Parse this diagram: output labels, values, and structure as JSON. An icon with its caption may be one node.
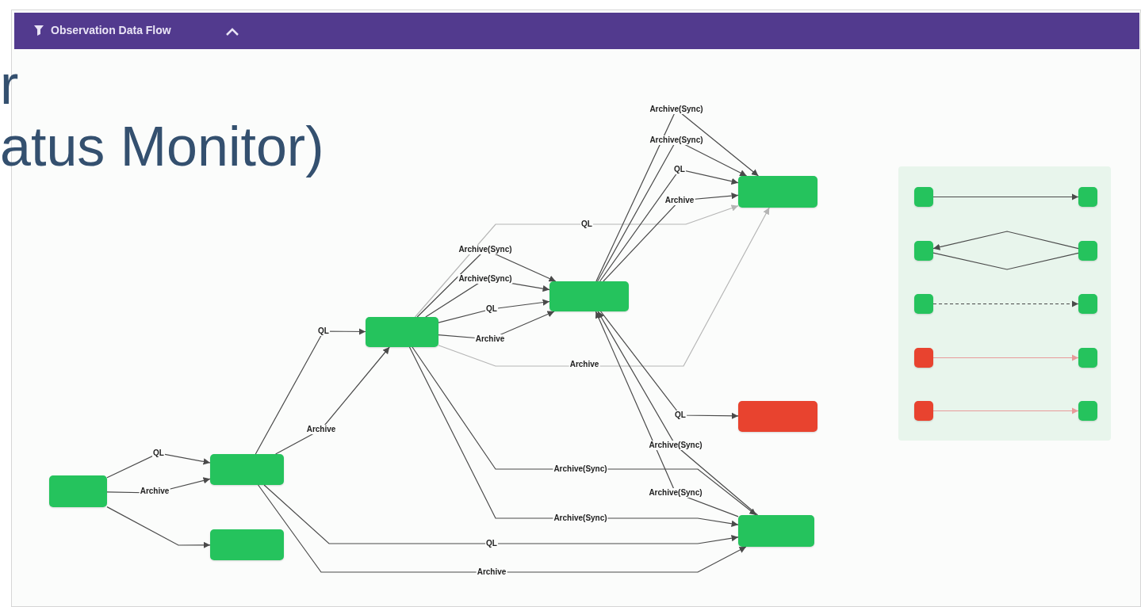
{
  "diagram": {
    "title": "Observation Data Flow",
    "nodes": [
      {
        "text": [],
        "shape": "box"
      },
      {
        "text": [],
        "shape": "box"
      },
      {
        "text": [],
        "shape": "box"
      },
      {
        "text": [],
        "shape": "box"
      },
      {
        "text": [],
        "shape": "box"
      },
      {
        "text": [],
        "shape": "box"
      },
      {
        "text": [],
        "shape": "box"
      },
      {
        "text": [],
        "shape": "box"
      },
      {
        "text": [],
        "shape": "box"
      },
      {
        "text": [],
        "shape": "box"
      },
      {
        "text": [],
        "shape": "box"
      },
      {
        "text": [],
        "shape": "box"
      },
      {
        "text": [],
        "shape": "box"
      },
      {
        "text": [],
        "shape": "box"
      },
      {
        "text": [],
        "shape": "box"
      },
      {
        "text": [],
        "shape": "box"
      },
      {
        "text": [],
        "shape": "box"
      },
      {
        "text": [],
        "shape": "box"
      }
    ],
    "edges": [
      {
        "from": 0,
        "to": 1,
        "arrow": "to",
        "label": "QL"
      },
      {
        "from": 0,
        "to": 1,
        "arrow": "to",
        "label": "Archive"
      },
      {
        "from": 0,
        "to": 2,
        "arrow": "to"
      },
      {
        "from": 1,
        "to": 3,
        "arrow": "to",
        "label": "QL"
      },
      {
        "from": 1,
        "to": 3,
        "arrow": "to",
        "label": "Archive"
      },
      {
        "from": 1,
        "to": 7,
        "arrow": "to",
        "label": "QL"
      },
      {
        "from": 1,
        "to": 7,
        "arrow": "to",
        "label": "Archive"
      },
      {
        "from": 3,
        "to": 4,
        "arrow": "to",
        "label": "Archive(Sync)"
      },
      {
        "from": 3,
        "to": 4,
        "arrow": "to",
        "label": "Archive(Sync)"
      },
      {
        "from": 3,
        "to": 4,
        "arrow": "to",
        "label": "QL"
      },
      {
        "from": 3,
        "to": 4,
        "arrow": "to",
        "label": "Archive"
      },
      {
        "from": 3,
        "to": 5,
        "arrow": "to",
        "label": "QL",
        "color": "#b5b5b5"
      },
      {
        "from": 3,
        "to": 5,
        "arrow": "to",
        "label": "Archive",
        "color": "#b5b5b5"
      },
      {
        "from": 3,
        "to": 7,
        "arrow": "to",
        "label": "Archive(Sync)"
      },
      {
        "from": 3,
        "to": 7,
        "arrow": "to",
        "label": "Archive(Sync)"
      },
      {
        "from": 4,
        "to": 5,
        "arrow": "to",
        "label": "Archive(Sync)"
      },
      {
        "from": 4,
        "to": 5,
        "arrow": "to",
        "label": "Archive(Sync)"
      },
      {
        "from": 4,
        "to": 5,
        "arrow": "to",
        "label": "QL"
      },
      {
        "from": 4,
        "to": 5,
        "arrow": "to",
        "label": "Archive"
      },
      {
        "from": 4,
        "to": 6,
        "arrow": "to",
        "label": "QL"
      },
      {
        "from": 7,
        "to": 4,
        "arrow": "to",
        "label": "Archive(Sync)"
      },
      {
        "from": 7,
        "to": 4,
        "arrow": "to",
        "label": "Archive(Sync)"
      },
      {
        "from": 8,
        "to": 9,
        "arrow": "to"
      },
      {
        "from": 11,
        "to": 10,
        "arrow": "to"
      },
      {
        "from": 11,
        "to": 10,
        "arrow": "none"
      },
      {
        "from": 12,
        "to": 13,
        "arrow": "to",
        "style": "dashed"
      },
      {
        "from": 14,
        "to": 15,
        "arrow": "to",
        "color": "#e89a9a"
      },
      {
        "from": 16,
        "to": 17,
        "arrow": "to",
        "color": "#e89a9a"
      }
    ],
    "labels": [
      "r",
      "atus Monitor)"
    ]
  }
}
